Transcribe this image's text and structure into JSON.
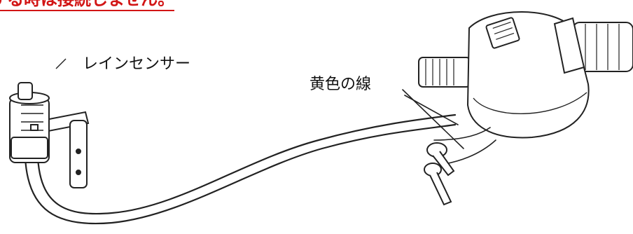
{
  "heading": {
    "text": "する時は接続しません。",
    "color": "#d21515"
  },
  "labels": {
    "rain_sensor": "レインセンサー",
    "yellow_wire": "黄色の線"
  },
  "icons": {
    "rain_sensor": "rain-sensor-icon",
    "valve": "irrigation-valve-icon",
    "cable": "cable-icon",
    "wire_nut": "wire-connector-icon"
  }
}
